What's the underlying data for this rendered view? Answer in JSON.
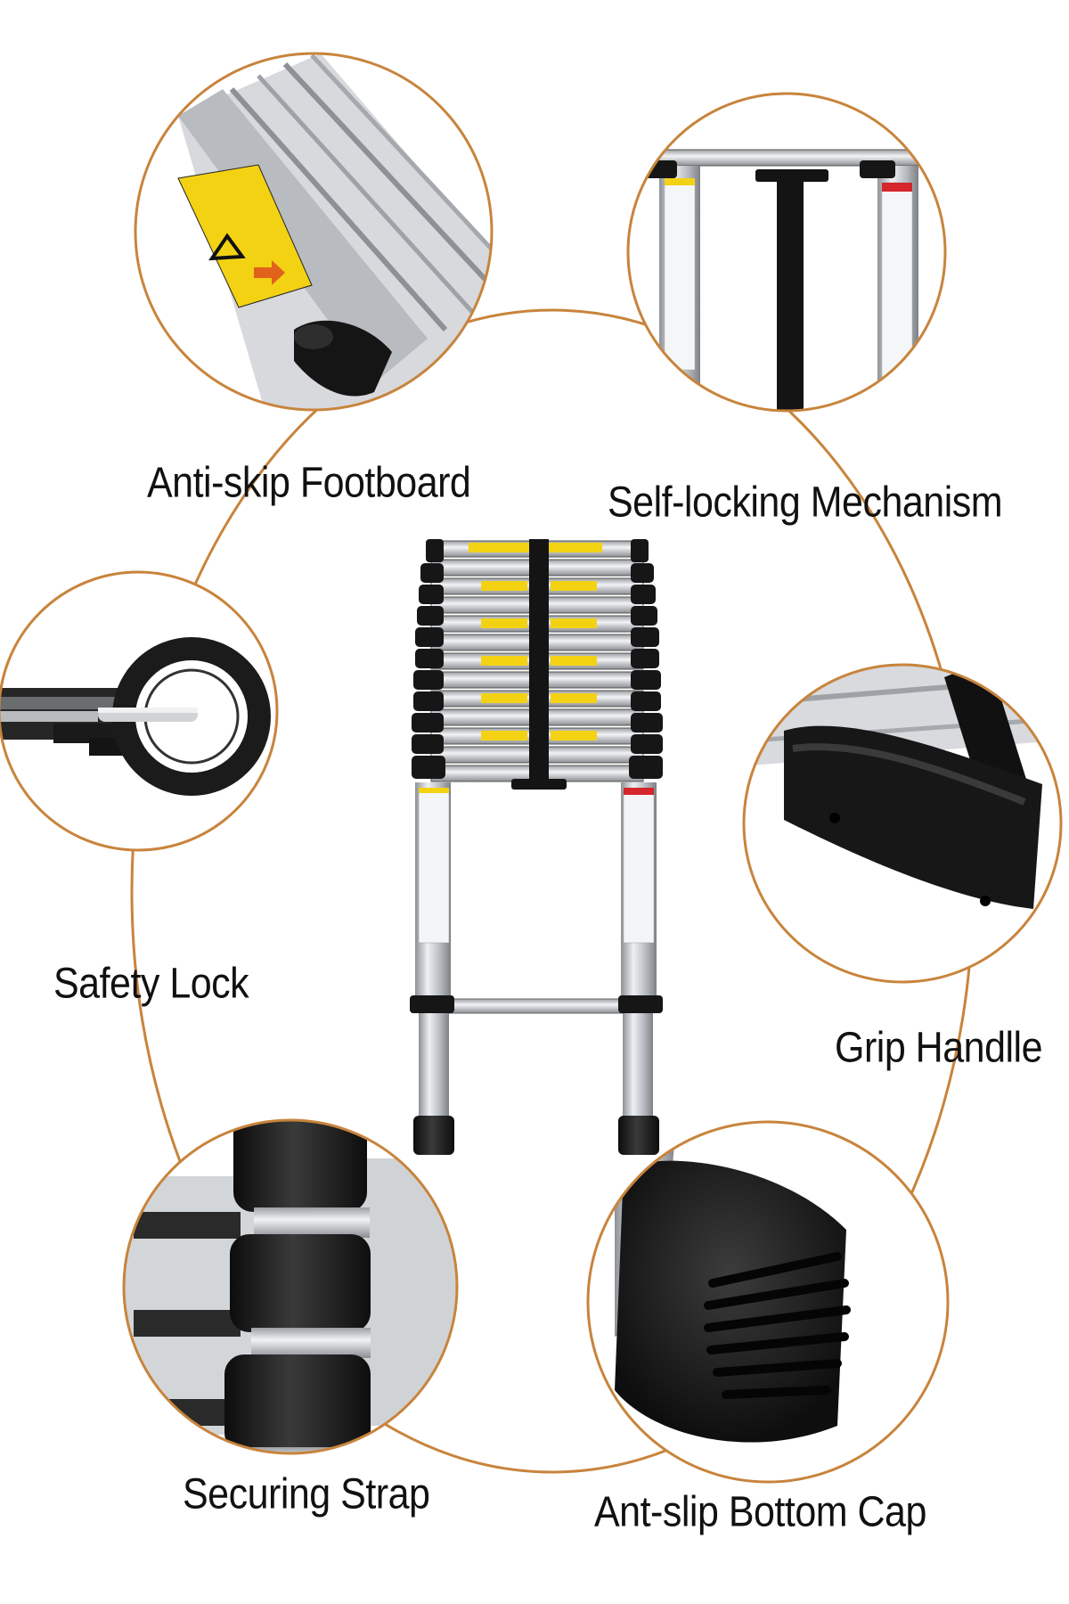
{
  "features": [
    {
      "id": "anti-skip-footboard",
      "label": "Anti-skip Footboard"
    },
    {
      "id": "self-locking-mechanism",
      "label": "Self-locking Mechanism"
    },
    {
      "id": "safety-lock",
      "label": "Safety Lock"
    },
    {
      "id": "grip-handle",
      "label": "Grip Handlle"
    },
    {
      "id": "securing-strap",
      "label": "Securing Strap"
    },
    {
      "id": "bottom-cap",
      "label": "Ant-slip Bottom Cap"
    }
  ],
  "colors": {
    "ring": "#c8843c",
    "aluminium": "#c9ccd0",
    "black_plastic": "#1c1c1c",
    "warning_yellow": "#f3d214",
    "text": "#111111"
  },
  "icons": {
    "warning": "warning-triangle-icon",
    "arrow": "arrow-right-icon"
  }
}
